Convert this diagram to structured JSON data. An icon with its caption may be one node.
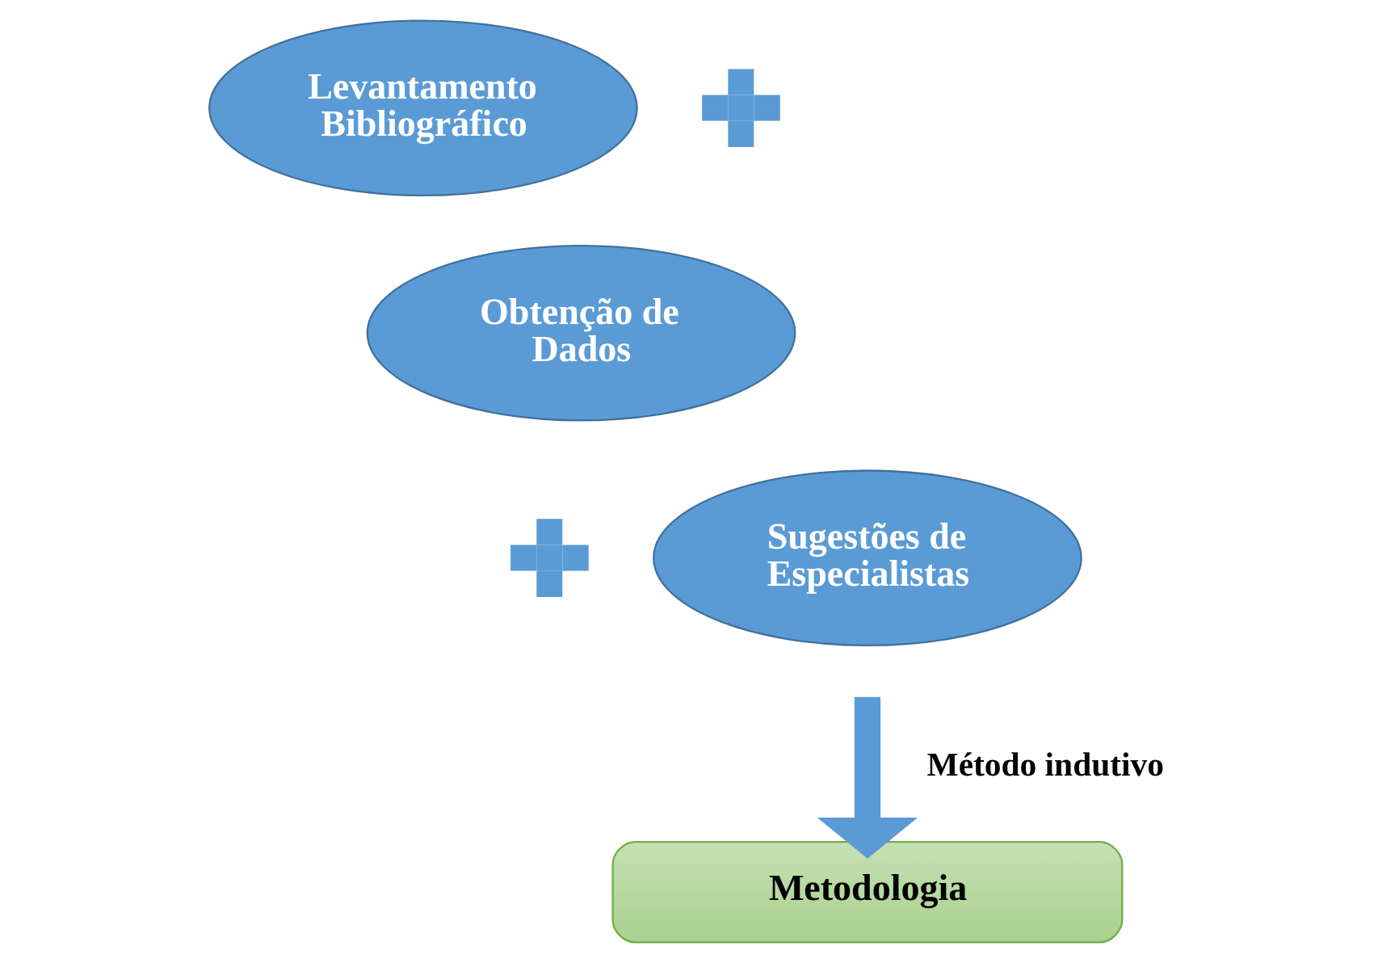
{
  "diagram": {
    "nodes": [
      {
        "text": [
          "Levantamento Bibliográfico"
        ]
      },
      {
        "text": [],
        "shape": "plus"
      },
      {
        "text": [
          "Obtenção de Dados"
        ]
      },
      {
        "text": [],
        "shape": "plus"
      },
      {
        "text": [
          "Sugestões de Especialistas"
        ]
      },
      {
        "text": [
          "Metodologia"
        ]
      }
    ],
    "edges": [
      {
        "from": null,
        "to": 5,
        "arrow": "to",
        "label": "Método indutivo"
      }
    ]
  }
}
